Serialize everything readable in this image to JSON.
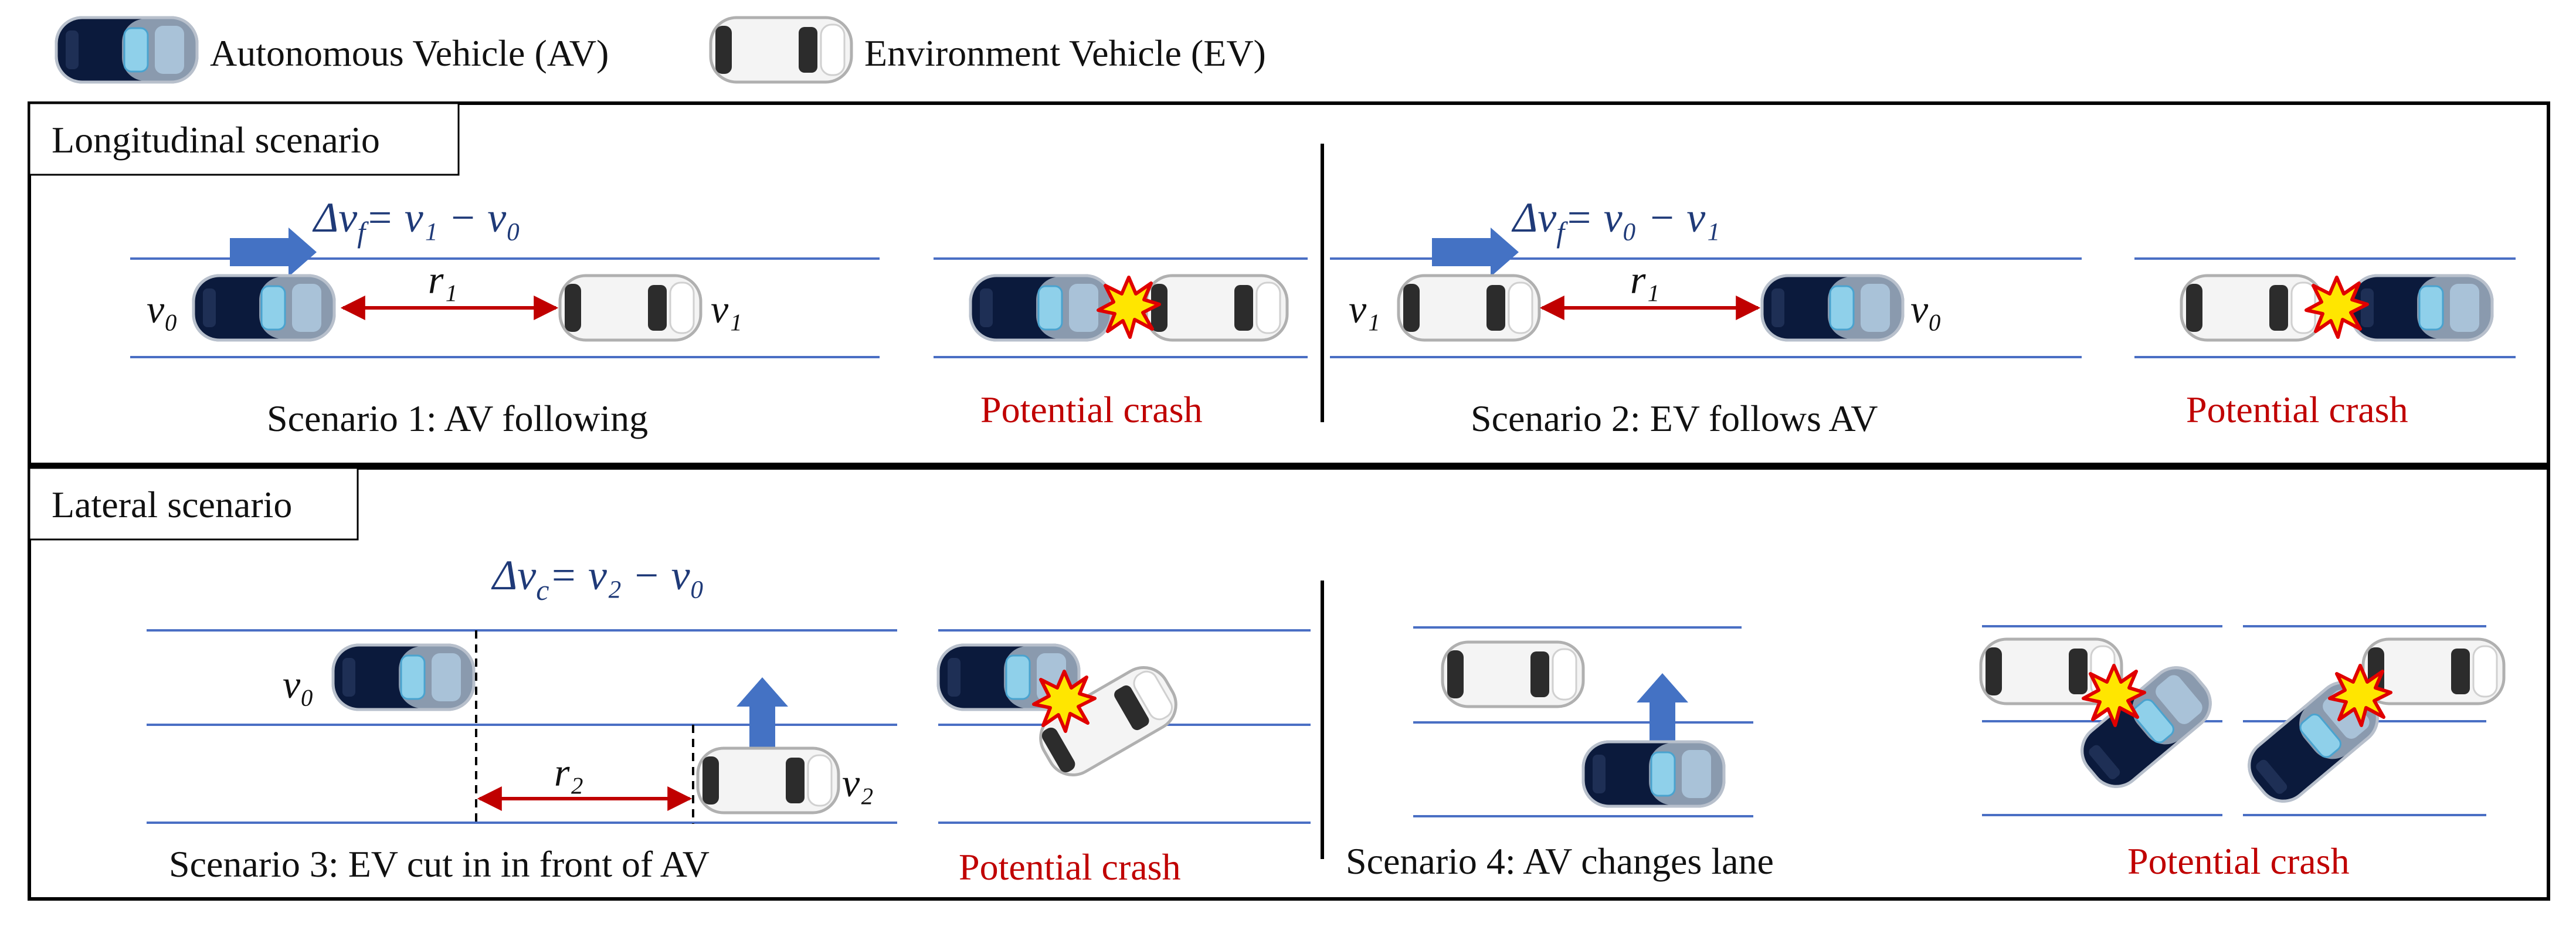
{
  "legend": {
    "av_label": "Autonomous Vehicle (AV)",
    "ev_label": "Environment Vehicle (EV)"
  },
  "panels": {
    "longitudinal": {
      "title": "Longitudinal scenario",
      "scenario1": {
        "caption": "Scenario 1: AV following",
        "equation": {
          "lhs": "Δv",
          "sub": "f",
          "rhs": "= v₁ − v₀"
        },
        "labels": {
          "v_left": "v₀",
          "v_right": "v₁",
          "dist": "r₁"
        },
        "crash": "Potential crash"
      },
      "scenario2": {
        "caption": "Scenario 2: EV follows AV",
        "equation": {
          "lhs": "Δv",
          "sub": "f",
          "rhs": "= v₀ − v₁"
        },
        "labels": {
          "v_left": "v₁",
          "v_right": "v₀",
          "dist": "r₁"
        },
        "crash": "Potential crash"
      }
    },
    "lateral": {
      "title": "Lateral scenario",
      "scenario3": {
        "caption": "Scenario 3:  EV cut in in front of AV",
        "equation": {
          "lhs": "Δv",
          "sub": "c",
          "rhs": "= v₂ − v₀"
        },
        "labels": {
          "v_av": "v₀",
          "v_ev": "v₂",
          "dist": "r₂"
        },
        "crash": "Potential crash"
      },
      "scenario4": {
        "caption": "Scenario 4:  AV changes lane",
        "crash": "Potential crash"
      }
    }
  },
  "colors": {
    "av_body": "#0b1a3c",
    "av_glass": "#8fd0ea",
    "ev_body": "#f4f4f4",
    "lane": "#4a6fc4",
    "arrow": "#4472c4",
    "dist_arrow": "#c00000",
    "crash_fill": "#ffe600",
    "crash_stroke": "#e00000",
    "equation": "#1f3a78",
    "crash_text": "#c00000"
  }
}
